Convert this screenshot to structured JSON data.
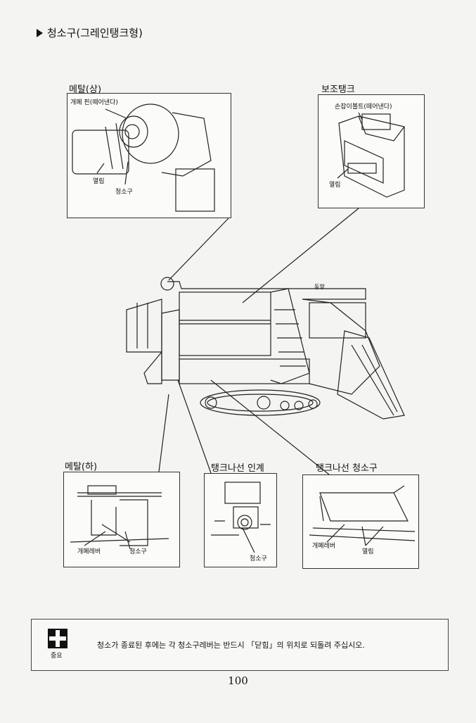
{
  "header": {
    "title": "청소구(그레인탱크형)"
  },
  "panels": {
    "upper_metal": {
      "title": "메탈(상)",
      "labels": {
        "pin": "개폐 핀(떼어낸다)",
        "open": "열림",
        "cleaner": "청소구"
      }
    },
    "aux_tank": {
      "title": "보조탱크",
      "labels": {
        "bolt": "손잡이볼트(떼어낸다)",
        "open": "열림"
      }
    },
    "machine": {
      "labels": {
        "front": "동향"
      }
    },
    "lower_metal": {
      "title": "메탈(하)",
      "labels": {
        "lever": "개폐레버",
        "cleaner": "청소구"
      }
    },
    "tank_screw_pull": {
      "title": "탱크나선 인계",
      "labels": {
        "cleaner": "청소구"
      }
    },
    "tank_screw_cleaner": {
      "title": "탱크나선 청소구",
      "labels": {
        "lever": "개폐레버",
        "open": "열림"
      }
    }
  },
  "notice": {
    "label": "중요",
    "text": "청소가 종료된 후에는 각 청소구레버는 반드시 「닫힘」의 위치로 되돌려 주십시오."
  },
  "page_number": "100"
}
